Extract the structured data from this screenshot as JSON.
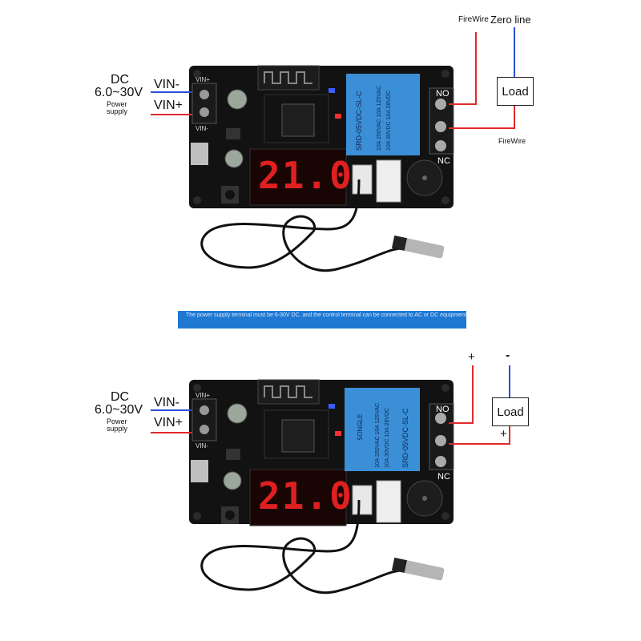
{
  "panel_top": {
    "dc_label": "DC",
    "voltage_label": "6.0~30V",
    "power_label_1": "Power",
    "power_label_2": "supply",
    "vin_minus": "VIN-",
    "vin_plus": "VIN+",
    "board_vin_plus": "VIN+",
    "board_vin_minus": "VIN-",
    "display_text": "21.0",
    "no_label": "NO",
    "nc_label": "NC",
    "firewire_top": "FireWire",
    "zero_line": "Zero line",
    "load_label": "Load",
    "firewire_bottom": "FireWire"
  },
  "note": {
    "text": "The power supply terminal must be 6-30V DC, and the control terminal can be connected to AC or DC equipment"
  },
  "panel_bottom": {
    "dc_label": "DC",
    "voltage_label": "6.0~30V",
    "power_label_1": "Power",
    "power_label_2": "supply",
    "vin_minus": "VIN-",
    "vin_plus": "VIN+",
    "board_vin_plus": "VIN+",
    "board_vin_minus": "VIN-",
    "display_text": "21.0",
    "no_label": "NO",
    "nc_label": "NC",
    "plus_top": "+",
    "minus_top": "-",
    "load_label": "Load",
    "plus_bottom": "+",
    "relay_brand": "SONGLE"
  },
  "relay_text": {
    "model": "SRD-05VDC-SL-C",
    "rating_1": "10A 250VAC 10A 125VAC",
    "rating_2": "10A 30VDC 10A 28VDC"
  },
  "colors": {
    "board": "#121212",
    "relay": "#3b8fd6",
    "display": "#e02020",
    "wire_red": "#e02a2a",
    "wire_blue": "#2a4fd6",
    "note_bg": "#1f78d1"
  }
}
